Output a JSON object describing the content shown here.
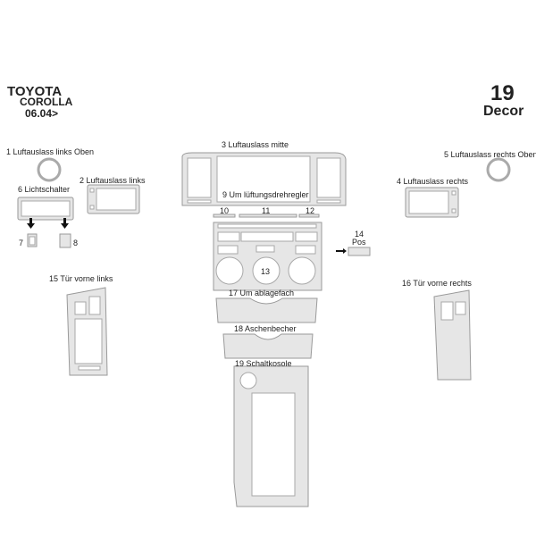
{
  "header": {
    "make": "TOYOTA",
    "model": "COROLLA",
    "date": "06.04>"
  },
  "kit": {
    "count": "19",
    "type": "Decor"
  },
  "parts": {
    "p1": "1  Luftauslass links  Oben",
    "p2": "2  Luftauslass links",
    "p3": "3  Luftauslass mitte",
    "p4": "4  Luftauslass rechts",
    "p5": "5 Luftauslass rechts Oben",
    "p6": "6  Lichtschalter",
    "p7": "7",
    "p8": "8",
    "p9": "9  Um lüftungsdrehregler",
    "p10": "10",
    "p11": "11",
    "p12": "12",
    "p13": "13",
    "p14_num": "14",
    "p14_name": "Pos",
    "p15": "15  Tür vorne links",
    "p16": "16  Tür vorne rechts",
    "p17": "17 Um ablagefach",
    "p18": "18  Aschenbecher",
    "p19": "19 Schaltkosole"
  },
  "colors": {
    "part_fill": "#e6e6e6",
    "part_outline": "#9a9a9a"
  }
}
